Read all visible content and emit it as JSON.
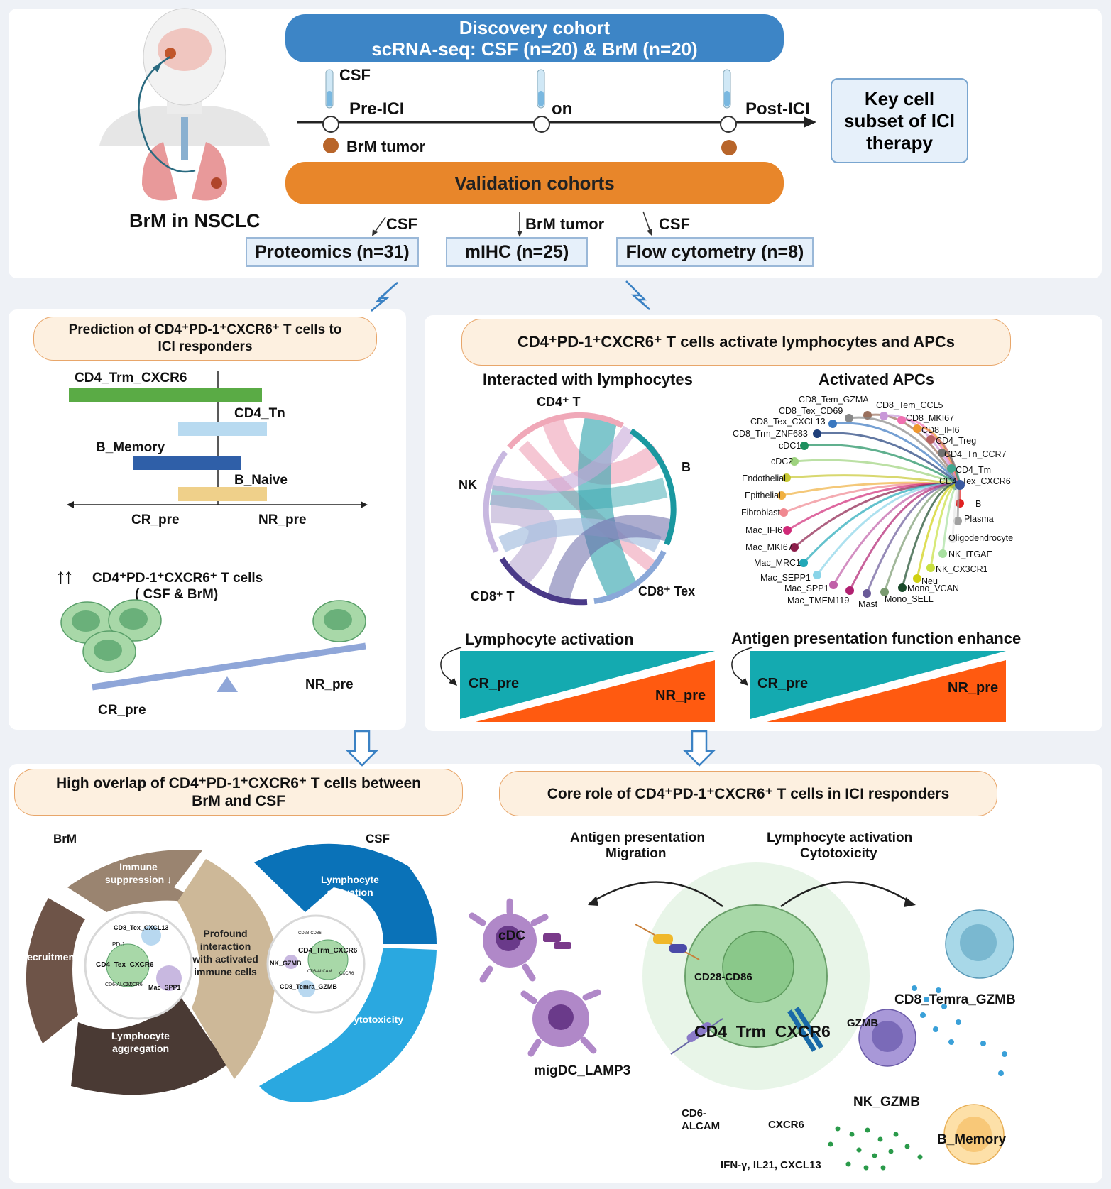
{
  "top": {
    "patient_label": "BrM in NSCLC",
    "discovery_title": "Discovery cohort",
    "discovery_subtitle": "scRNA-seq: CSF (n=20) & BrM (n=20)",
    "csf": "CSF",
    "pre_ici": "Pre-ICI",
    "on": "on",
    "post_ici": "Post-ICI",
    "brm_tumor": "BrM tumor",
    "key_cell": "Key cell subset of ICI therapy",
    "validation_title": "Validation cohorts",
    "val_csf_1": "CSF",
    "val_brm": "BrM tumor",
    "val_csf_2": "CSF",
    "proteomics": "Proteomics (n=31)",
    "mihc": "mIHC (n=25)",
    "flow": "Flow cytometry (n=8)"
  },
  "prediction": {
    "title_line1": "Prediction of CD4⁺PD-1⁺CXCR6⁺ T cells  to",
    "title_line2": "ICI responders",
    "bars": [
      {
        "label": "CD4_Trm_CXCR6",
        "value": -2.8,
        "color": "#5aab45"
      },
      {
        "label": "CD4_Tn",
        "value": 1.6,
        "color": "#b8daf0"
      },
      {
        "label": "B_Memory",
        "value": -1.6,
        "color": "#2f5fa8"
      },
      {
        "label": "B_Naive",
        "value": 1.6,
        "color": "#efd08a"
      }
    ],
    "axis_left": "CR_pre",
    "axis_right": "NR_pre",
    "arrows": "↑↑",
    "cells_label_1": "CD4⁺PD-1⁺CXCR6⁺ T cells",
    "cells_label_2": "( CSF & BrM)",
    "cr_pre": "CR_pre",
    "nr_pre": "NR_pre"
  },
  "activate": {
    "title": "CD4⁺PD-1⁺CXCR6⁺ T cells activate lymphocytes and APCs",
    "lymph_title": "Interacted with lymphocytes",
    "chord_labels": {
      "cd4t": "CD4⁺ T",
      "b": "B",
      "nk": "NK",
      "cd8t": "CD8⁺ T",
      "cd8tex": "CD8⁺ Tex"
    },
    "apc_title": "Activated APCs",
    "apc_left": [
      {
        "label": "CD8_Tem_GZMA",
        "color": "#9a6f5c"
      },
      {
        "label": "CD8_Tex_CD69",
        "color": "#888888"
      },
      {
        "label": "CD8_Tex_CXCL13",
        "color": "#3a78c0"
      },
      {
        "label": "CD8_Trm_ZNF683",
        "color": "#1f3f7a"
      },
      {
        "label": "cDC1",
        "color": "#1d8f5e"
      },
      {
        "label": "cDC2",
        "color": "#9ed37e"
      },
      {
        "label": "Endothelial",
        "color": "#c8c832"
      },
      {
        "label": "Epithelial",
        "color": "#f0b040"
      },
      {
        "label": "Fibroblast",
        "color": "#f08890"
      },
      {
        "label": "Mac_IFI6",
        "color": "#d02a78"
      },
      {
        "label": "Mac_MKI67",
        "color": "#8c1d4a"
      },
      {
        "label": "Mac_MRC1",
        "color": "#22a8b8"
      },
      {
        "label": "Mac_SEPP1",
        "color": "#8ad4e8"
      },
      {
        "label": "Mac_SPP1",
        "color": "#c060a8"
      },
      {
        "label": "Mac_TMEM119",
        "color": "#b02070"
      },
      {
        "label": "Mast",
        "color": "#6a5a98"
      },
      {
        "label": "Mono_SELL",
        "color": "#7a9a70"
      },
      {
        "label": "Mono_VCAN",
        "color": "#1a4a2a"
      }
    ],
    "apc_right": [
      {
        "label": "CD8_Tem_CCL5",
        "color": "#c898d8"
      },
      {
        "label": "CD8_MKI67",
        "color": "#f070b0"
      },
      {
        "label": "CD8_IFI6",
        "color": "#f09830"
      },
      {
        "label": "CD4_Treg",
        "color": "#b86060"
      },
      {
        "label": "CD4_Tn_CCR7",
        "color": "#707070"
      },
      {
        "label": "CD4_Tm",
        "color": "#40a890"
      },
      {
        "label": "CD4_Tex_CXCR6",
        "color": "#3a5aa0"
      },
      {
        "label": "B",
        "color": "#e02020"
      },
      {
        "label": "Plasma",
        "color": "#a0a0a0"
      },
      {
        "label": "Oligodendrocyte",
        "color": "#e8e8e8"
      },
      {
        "label": "NK_ITGAE",
        "color": "#a8e0a0"
      },
      {
        "label": "NK_CX3CR1",
        "color": "#c8e040"
      },
      {
        "label": "Neu",
        "color": "#d0d010"
      }
    ],
    "lymph_act": "Lymphocyte activation",
    "antigen_enh": "Antigen presentation function enhance",
    "cr_pre": "CR_pre",
    "nr_pre": "NR_pre"
  },
  "overlap": {
    "title_line1": "High overlap of CD4⁺PD-1⁺CXCR6⁺ T cells  between",
    "title_line2": "BrM and CSF",
    "brm": "BrM",
    "csf": "CSF",
    "immune_suppression": "Immune suppression ↓",
    "recruitment": "Recruitment",
    "lymph_aggregation": "Lymphocyte aggregation",
    "profound": "Profound interaction with activated immune cells",
    "lymph_activation": "Lymphocyte activation",
    "cytotoxicity": "Cytotoxicity",
    "brm_inner": {
      "cd8": "CD8_Tex_CXCL13",
      "pd1": "PD-1",
      "cd4": "CD4_Tex_CXCR6",
      "cd6": "CD6-ALCAM",
      "cxcr6": "CXCR6",
      "mac": "Mac_SPP1"
    },
    "csf_inner": {
      "cd28": "CD28-CD86",
      "cd4": "CD4_Trm_CXCR6",
      "nk": "NK_GZMB",
      "cd6": "CD6-ALCAM",
      "cxcr6": "CXCR6",
      "cd8": "CD8_Temra_GZMB"
    }
  },
  "core": {
    "title": "Core role of CD4⁺PD-1⁺CXCR6⁺ T cells in ICI responders",
    "left_top_1": "Antigen presentation",
    "left_top_2": "Migration",
    "right_top_1": "Lymphocyte activation",
    "right_top_2": "Cytotoxicity",
    "cdc": "cDC",
    "migdc": "migDC_LAMP3",
    "cd28": "CD28-CD86",
    "center": "CD4_Trm_CXCR6",
    "cd6": "CD6-",
    "alcam": "ALCAM",
    "cxcr6": "CXCR6",
    "gzmb": "GZMB",
    "cd8": "CD8_Temra_GZMB",
    "nk": "NK_GZMB",
    "bmem": "B_Memory",
    "cytokines": "IFN-γ, IL21, CXCL13"
  }
}
